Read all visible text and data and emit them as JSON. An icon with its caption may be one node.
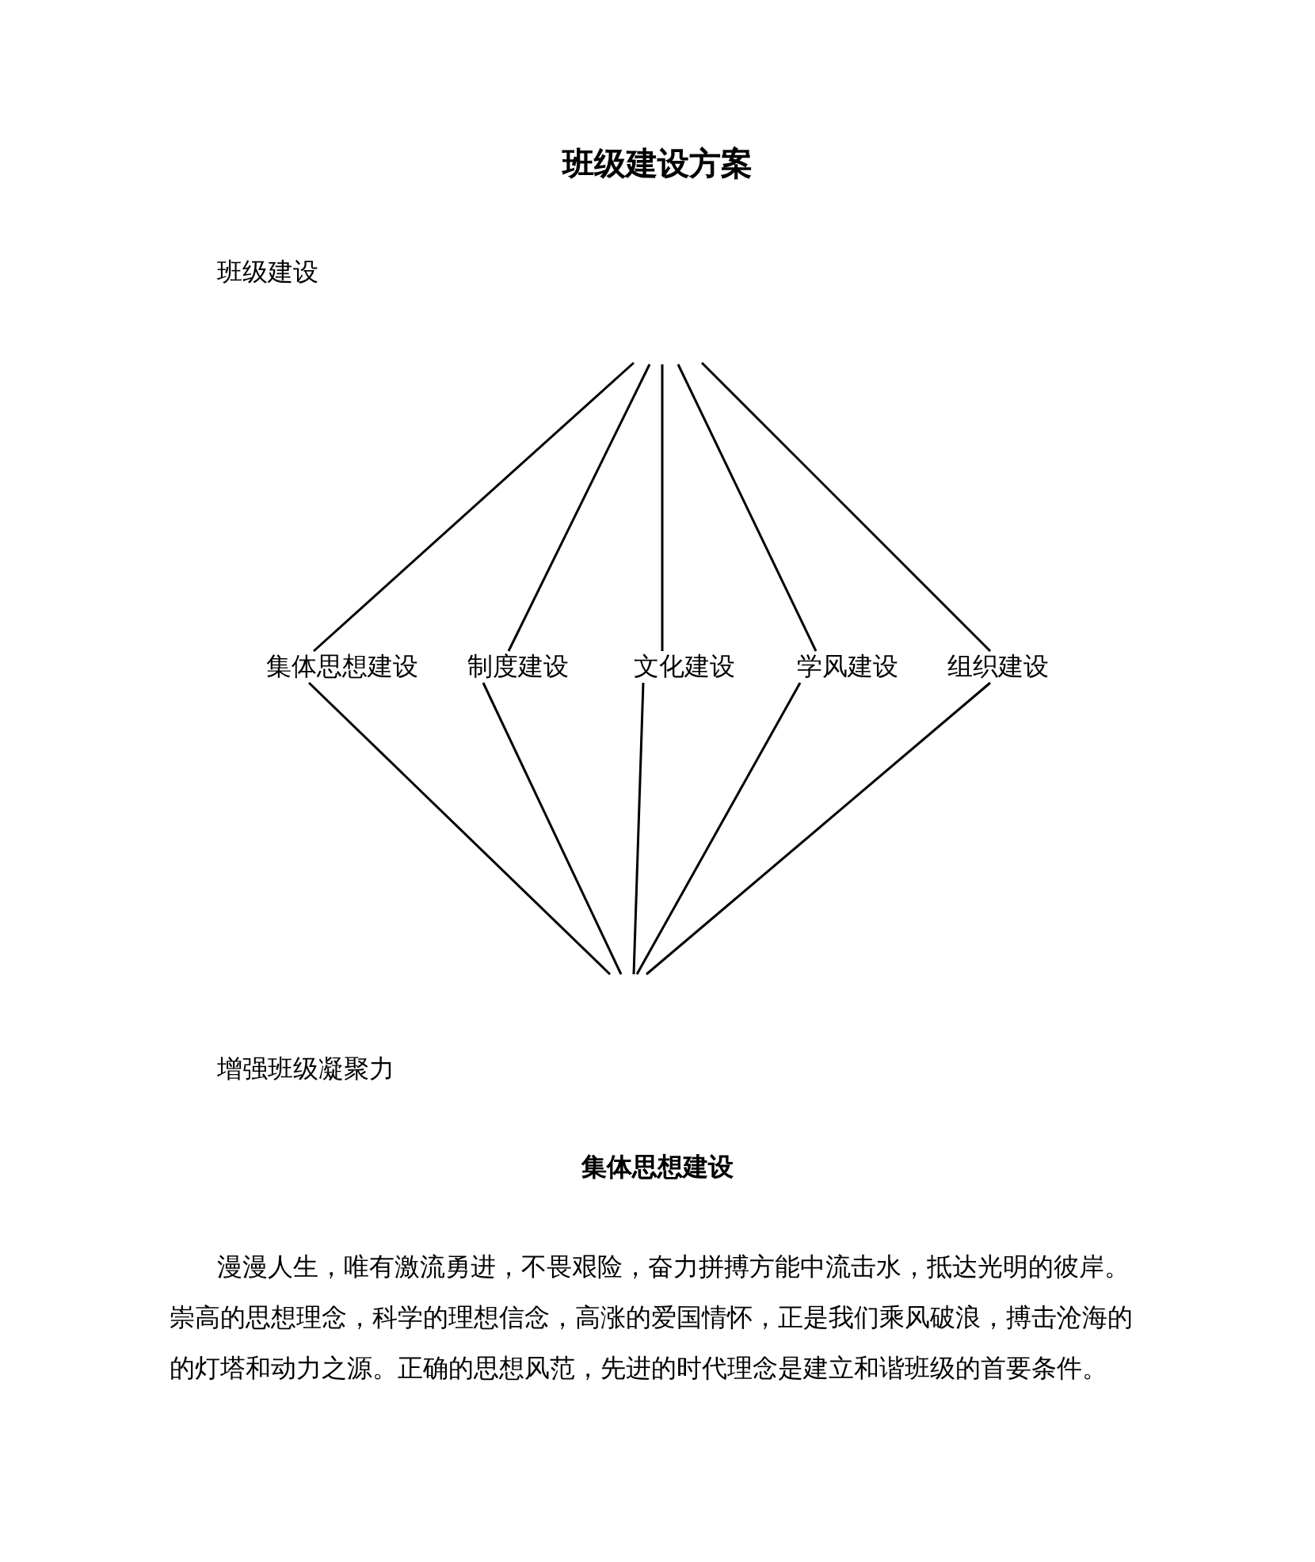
{
  "diagram": {
    "title": "班级建设方案",
    "nodes": [
      {
        "text": [
          "集体思想建设"
        ]
      },
      {
        "text": [
          "制度建设"
        ]
      },
      {
        "text": [
          "文化建设"
        ]
      },
      {
        "text": [
          "学风建设"
        ]
      },
      {
        "text": [
          "组织建设"
        ]
      }
    ],
    "edges": [
      {
        "from": null,
        "to": 0,
        "arrow": "none"
      },
      {
        "from": null,
        "to": 1,
        "arrow": "none"
      },
      {
        "from": null,
        "to": 2,
        "arrow": "none"
      },
      {
        "from": null,
        "to": 3,
        "arrow": "none"
      },
      {
        "from": null,
        "to": 4,
        "arrow": "none"
      },
      {
        "from": 0,
        "to": null,
        "arrow": "none"
      },
      {
        "from": 1,
        "to": null,
        "arrow": "none"
      },
      {
        "from": 2,
        "to": null,
        "arrow": "none"
      },
      {
        "from": 3,
        "to": null,
        "arrow": "none"
      },
      {
        "from": 4,
        "to": null,
        "arrow": "none"
      }
    ],
    "labels": [
      "班级建设",
      "增强班级凝聚力",
      "集体思想建设",
      "漫漫人生，唯有激流勇进，不畏艰险，奋力拼搏方能中流击水，抵达光明的彼岸。崇高的思想理念，科学的理想信念，高涨的爱国情怀，正是我们乘风破浪，搏击沧海的的灯塔和动力之源。正确的思想风范，先进的时代理念是建立和谐班级的首要条件。"
    ]
  }
}
